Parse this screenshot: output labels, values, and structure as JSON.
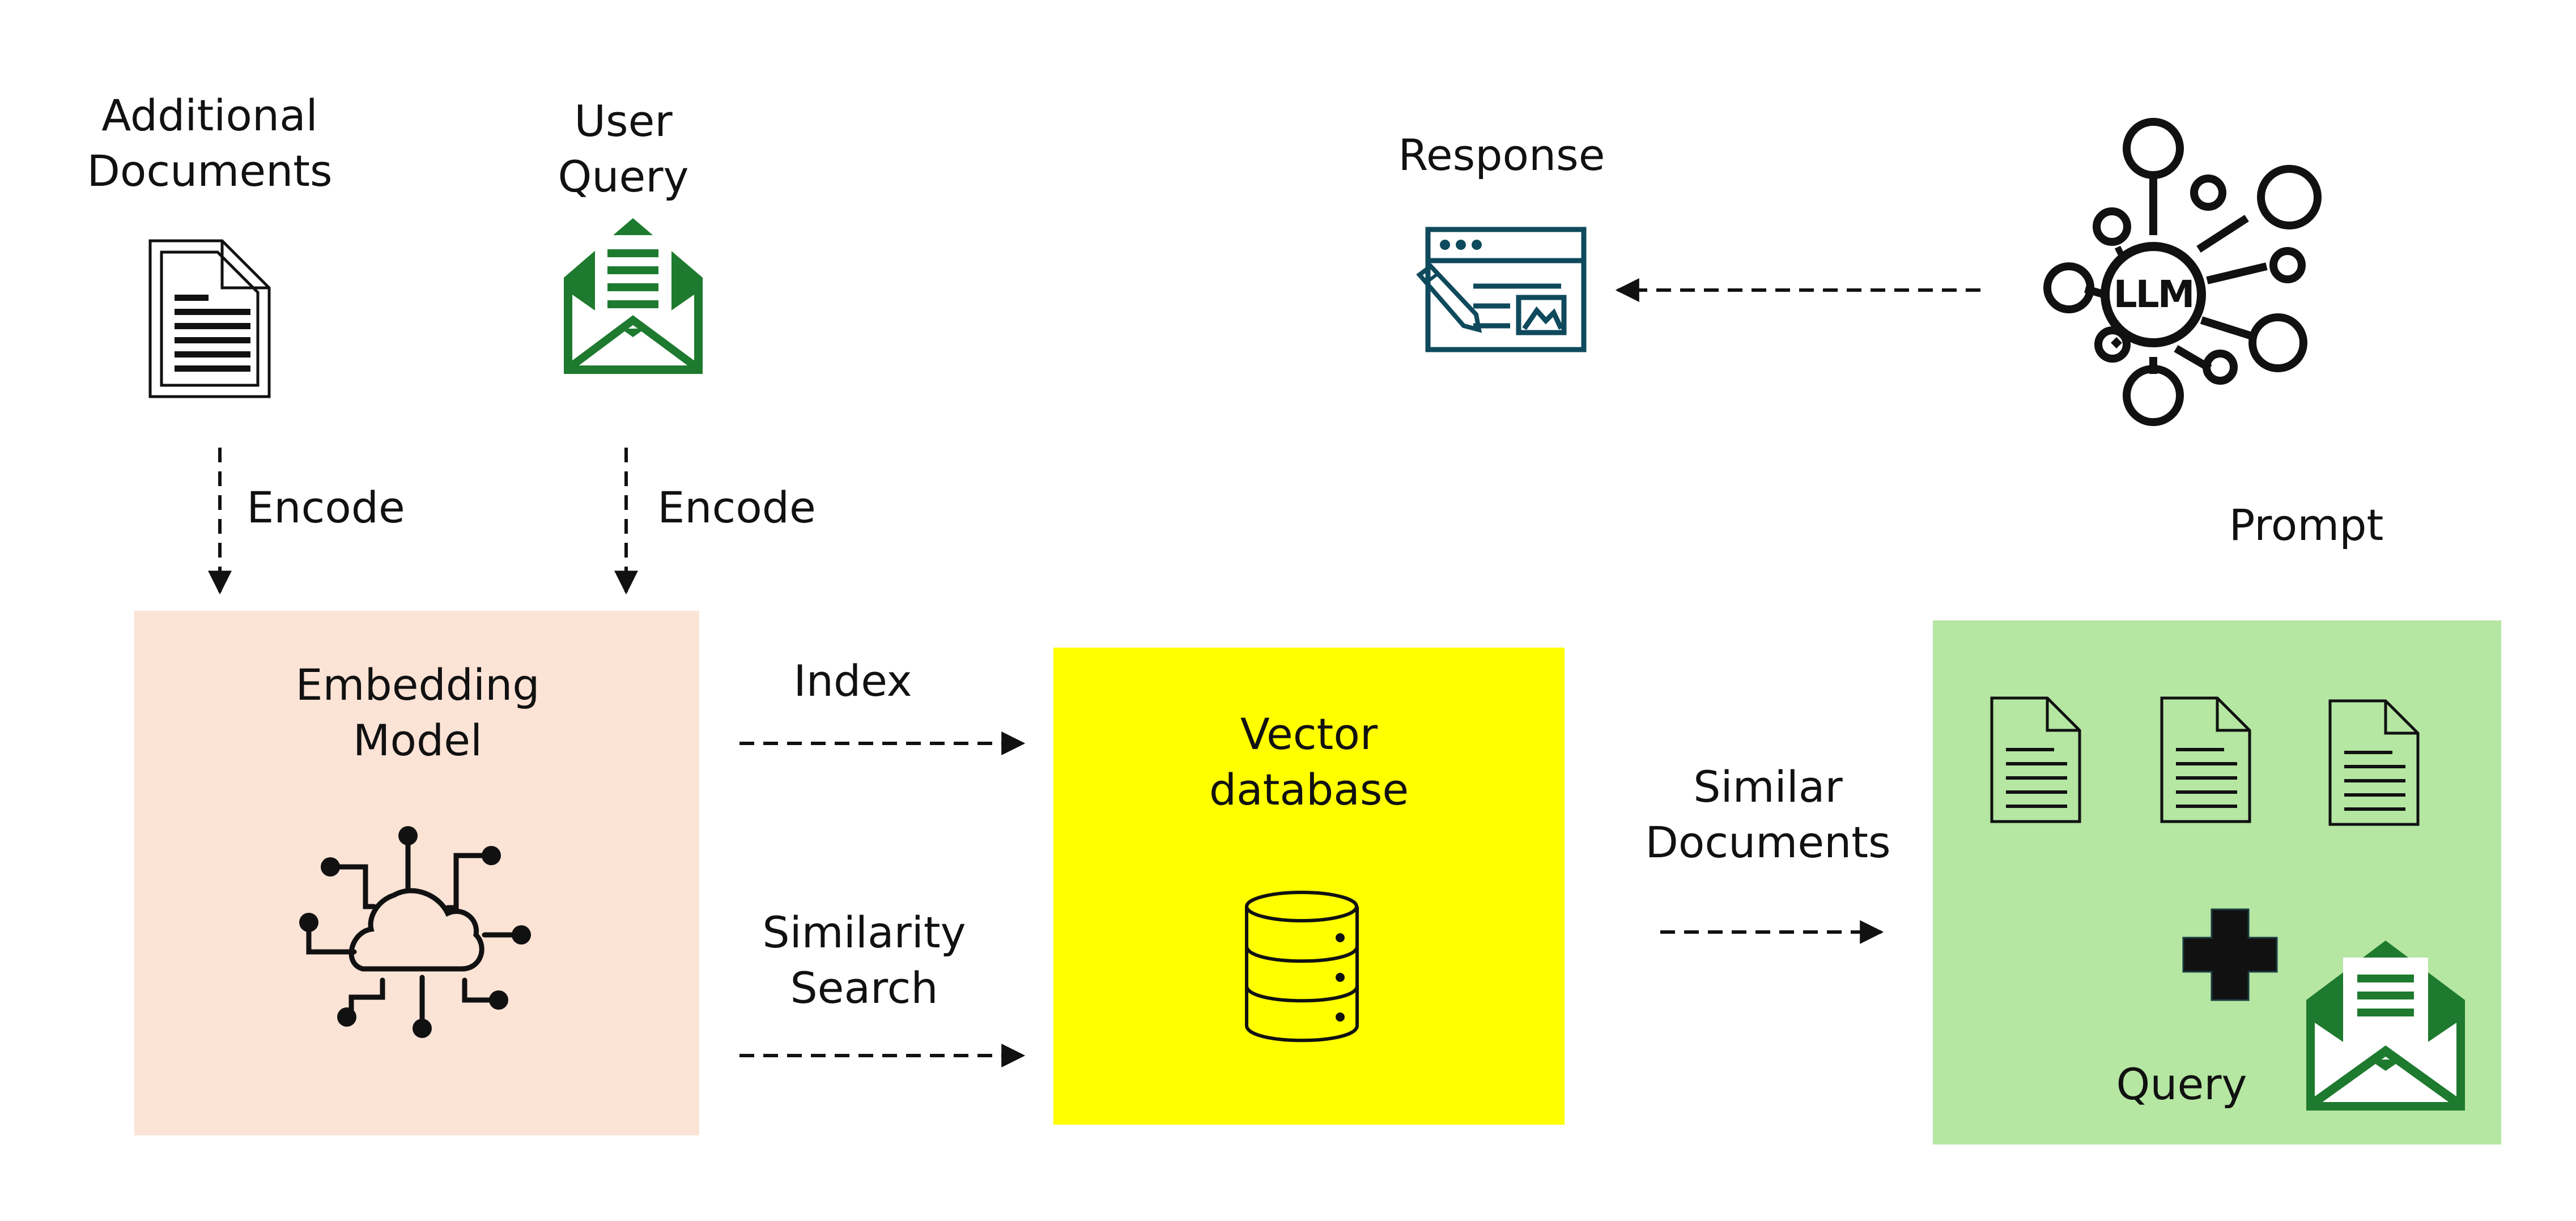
{
  "labels": {
    "additional_documents_1": "Additional",
    "additional_documents_2": "Documents",
    "user_query_1": "User",
    "user_query_2": "Query",
    "encode_left": "Encode",
    "encode_right": "Encode",
    "embedding_model_1": "Embedding",
    "embedding_model_2": "Model",
    "index": "Index",
    "similarity_search_1": "Similarity",
    "similarity_search_2": "Search",
    "vector_database_1": "Vector",
    "vector_database_2": "database",
    "similar_documents_1": "Similar",
    "similar_documents_2": "Documents",
    "response": "Response",
    "prompt": "Prompt",
    "query": "Query",
    "llm": "LLM"
  },
  "colors": {
    "embedding_box": "#fbe3d6",
    "vector_box": "#ffff00",
    "prompt_box": "#b5e6a2",
    "envelope_green": "#1e7a2e",
    "response_teal": "#0f4a5c",
    "stroke": "#111111"
  },
  "icons": {
    "additional_documents": "document-icon",
    "user_query": "envelope-letter-icon",
    "embedding_model": "cloud-network-icon",
    "vector_database": "database-icon",
    "response": "web-page-edit-icon",
    "llm": "llm-network-icon",
    "prompt_documents": "document-icon",
    "prompt_plus": "plus-icon",
    "prompt_query": "envelope-letter-icon"
  }
}
